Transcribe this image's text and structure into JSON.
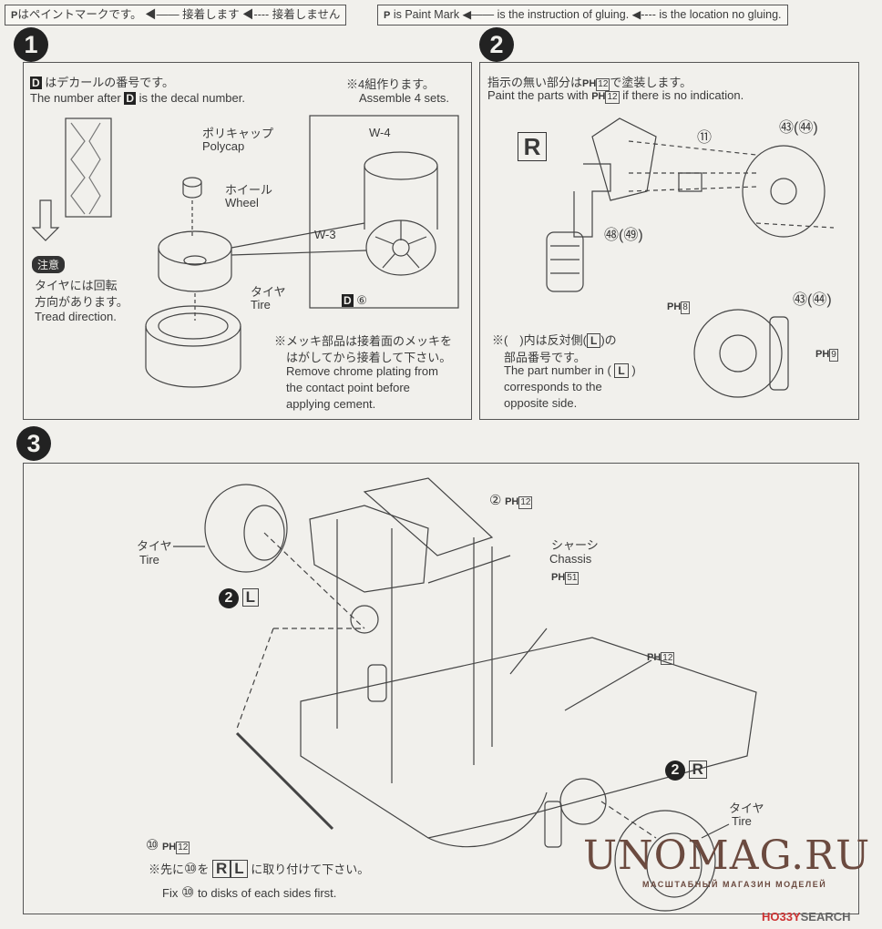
{
  "legend_jp": {
    "paint": "はペイントマークです。",
    "glue": "接着します",
    "noglue": "接着しません"
  },
  "legend_en": {
    "paint": "is Paint Mark",
    "glue": "is the instruction of gluing.",
    "noglue": "is the location no gluing."
  },
  "steps": [
    "1",
    "2",
    "3"
  ],
  "step1": {
    "decal_jp": "はデカールの番号です。",
    "decal_en_pre": "The number after",
    "decal_en_post": "is the decal number.",
    "decal_mark": "D",
    "sets_jp": "※4組作ります。",
    "sets_en": "Assemble 4 sets.",
    "polycap_jp": "ポリキャップ",
    "polycap_en": "Polycap",
    "wheel_jp": "ホイール",
    "wheel_en": "Wheel",
    "tire_jp": "タイヤ",
    "tire_en": "Tire",
    "caution": "注意",
    "tread_jp1": "タイヤには回転",
    "tread_jp2": "方向があります。",
    "tread_en": "Tread direction.",
    "w4": "W-4",
    "w3": "W-3",
    "decal_num": "⑥",
    "chrome_jp1": "※メッキ部品は接着面のメッキを",
    "chrome_jp2": "はがしてから接着して下さい。",
    "chrome_en1": "Remove chrome plating from",
    "chrome_en2": "the contact point before",
    "chrome_en3": "applying cement."
  },
  "step2": {
    "paint_jp_pre": "指示の無い部分は",
    "paint_jp_post": "で塗装します。",
    "paint_en_pre": "Paint the parts with",
    "paint_en_post": "if there is no indication.",
    "paint_code": "12",
    "side": "R",
    "part11": "⑪",
    "part73": "㊸(㊹)",
    "part78": "㊽(㊾)",
    "ph8": "8",
    "ph9": "9",
    "part73b": "㊸(㊹)",
    "note_jp1_pre": "※(　)内は反対側(",
    "note_jp1_post": ")の",
    "note_jp2": "部品番号です。",
    "note_en1_pre": "The part number in (",
    "note_en1_post": ")",
    "note_en2": "corresponds to the",
    "note_en3": "opposite side.",
    "side_l": "L"
  },
  "step3": {
    "tire_jp": "タイヤ",
    "tire_en": "Tire",
    "ref2": "②",
    "ph12": "12",
    "chassis_jp": "シャーシ",
    "chassis_en": "Chassis",
    "ph51": "51",
    "sub_l_num": "2",
    "sub_l": "L",
    "sub_r_num": "2",
    "sub_r": "R",
    "ph12b": "12",
    "tire2_jp": "タイヤ",
    "tire2_en": "Tire",
    "part10": "⑩",
    "ph12c": "12",
    "note_jp_pre": "※先に",
    "note_jp_mid": "を",
    "note_jp_post": "に取り付けて下さい。",
    "r": "R",
    "l": "L",
    "note_en_pre": "Fix",
    "note_en_post": "to disks of each sides first."
  },
  "watermark": {
    "title": "UNOMAG.RU",
    "subtitle": "МАСШТАБНЫЙ МАГАЗИН МОДЕЛЕЙ"
  },
  "credit": {
    "hobby": "HO33Y",
    "search": "SEARCH"
  }
}
